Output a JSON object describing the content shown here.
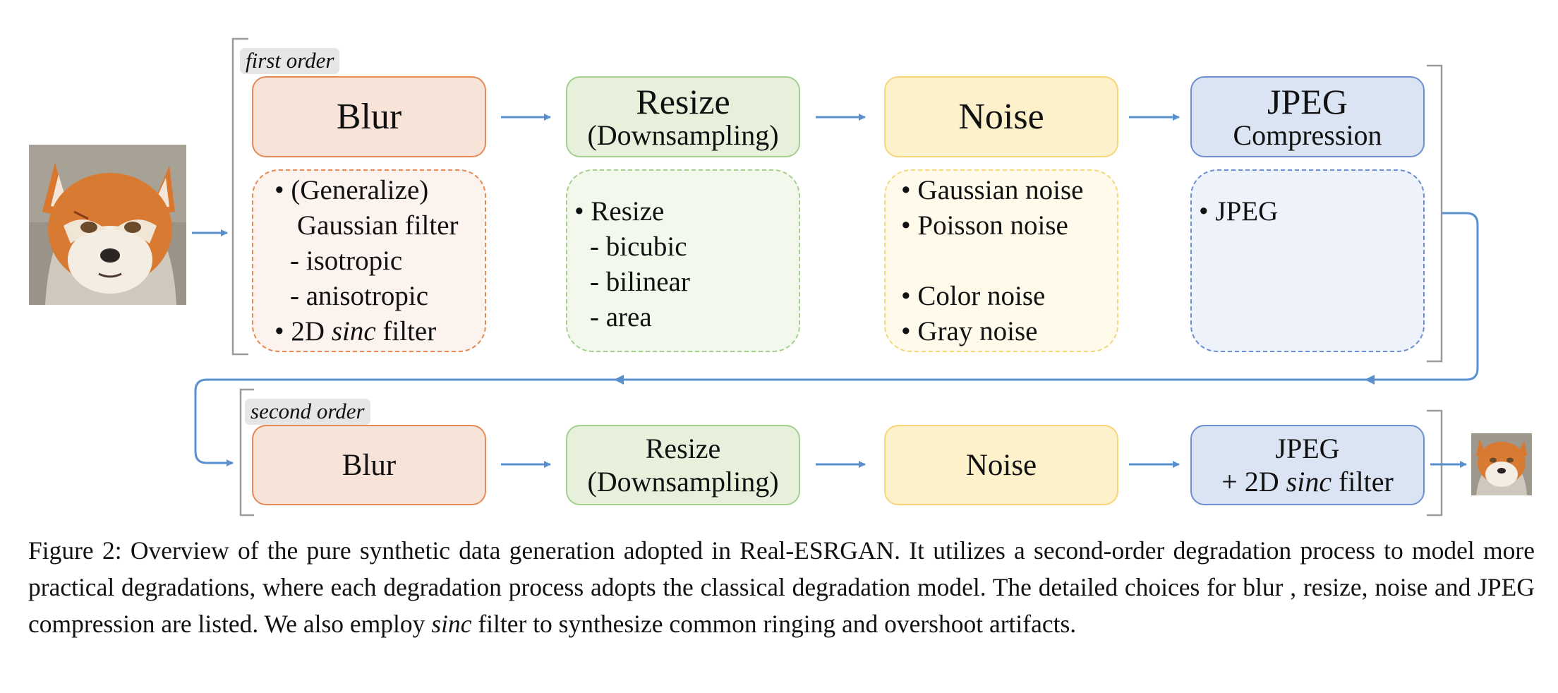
{
  "colors": {
    "arrow": "#5a8fd0",
    "blur_fill": "#f7e3d7",
    "blur_border": "#e58a56",
    "resize_fill": "#e6f0db",
    "resize_border": "#a5cf8f",
    "noise_fill": "#fdf1cc",
    "noise_border": "#f5d77a",
    "jpeg_fill": "#dbe4f3",
    "jpeg_border": "#6b8fcf"
  },
  "first_order": {
    "label": "first order",
    "blur": {
      "title": "Blur",
      "details": {
        "bullet1_line1": "• (Generalize)",
        "bullet1_line2": "Gaussian filter",
        "sub1": "- isotropic",
        "sub2": "- anisotropic",
        "bullet2_pre": "• 2D ",
        "bullet2_italic": "sinc",
        "bullet2_post": " filter"
      }
    },
    "resize": {
      "title_line1": "Resize",
      "title_line2": "(Downsampling)",
      "details": {
        "bullet": "• Resize",
        "sub1": "- bicubic",
        "sub2": "- bilinear",
        "sub3": "- area"
      }
    },
    "noise": {
      "title": "Noise",
      "details": {
        "b1": "• Gaussian noise",
        "b2": "• Poisson noise",
        "b3": "• Color noise",
        "b4": "• Gray noise"
      }
    },
    "jpeg": {
      "title_line1": "JPEG",
      "title_line2": "Compression",
      "details": {
        "b1": "• JPEG"
      }
    }
  },
  "second_order": {
    "label": "second order",
    "blur": {
      "title": "Blur"
    },
    "resize": {
      "title_line1": "Resize",
      "title_line2": "(Downsampling)"
    },
    "noise": {
      "title": "Noise"
    },
    "jpeg": {
      "title_line1": "JPEG",
      "title_line2_pre": "+ 2D ",
      "title_line2_italic": "sinc",
      "title_line2_post": " filter"
    }
  },
  "caption": {
    "p1": "Figure 2: Overview of the pure synthetic data generation adopted in Real-ESRGAN. It utilizes a second-order degradation process to model more practical degradations, where each degradation process adopts the classical degradation model. The detailed choices for blur , resize, noise and JPEG compression are listed. We also employ ",
    "italic": "sinc",
    "p2": " filter to synthesize common ringing and overshoot artifacts."
  },
  "images": {
    "input_icon": "fox-portrait-icon",
    "output_icon": "fox-portrait-small-icon"
  }
}
